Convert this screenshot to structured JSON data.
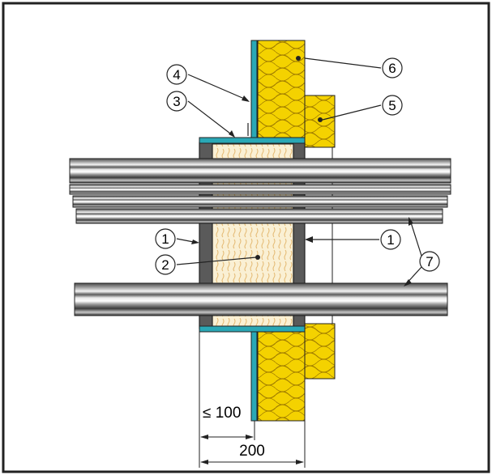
{
  "callouts": {
    "c1": "1",
    "c2": "2",
    "c3": "3",
    "c4": "4",
    "c5": "5",
    "c6": "6",
    "c7": "7"
  },
  "dimensions": {
    "small": "≤ 100",
    "total": "200"
  },
  "colors": {
    "frame": "#222222",
    "insulation_yellow": "#f2d500",
    "insulation_wave": "#b88a00",
    "board_cyan": "#2aa8b6",
    "sleeve_gray": "#5a5a5a",
    "fill_beige": "#f7ebc8",
    "fill_wave": "#e0b46a",
    "pipe_dark": "#3a3a3a",
    "pipe_light": "#f2f2f2"
  }
}
